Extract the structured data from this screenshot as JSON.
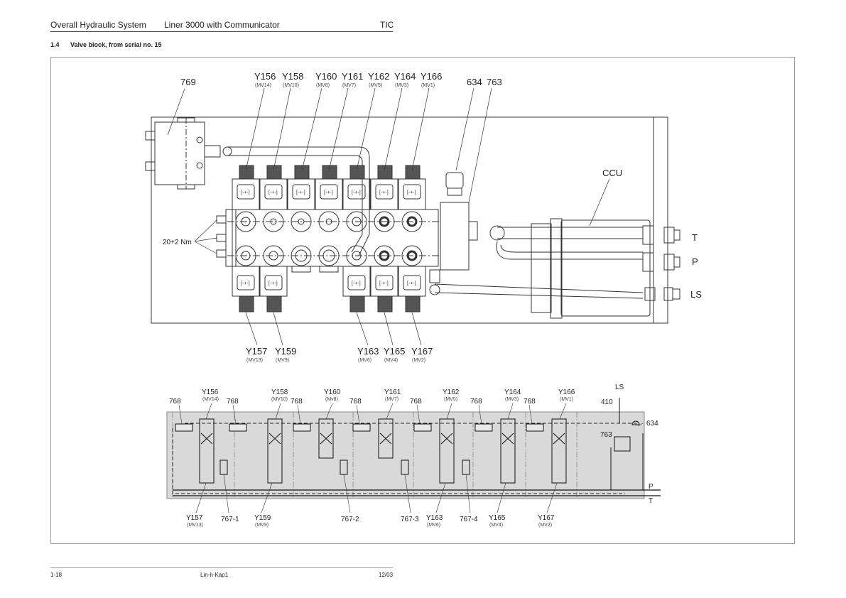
{
  "header": {
    "chapter": "Overall Hydraulic System",
    "product": "Liner 3000 with Communicator",
    "brand": "TIC"
  },
  "section": {
    "number": "1.4",
    "title": "Valve block, from serial no. 15"
  },
  "drawing": {
    "top_view": {
      "labels": {
        "block": "769",
        "torque": "20+2 Nm",
        "part_634": "634",
        "part_763": "763",
        "ccu": "CCU",
        "port_t": "T",
        "port_p": "P",
        "port_ls": "LS"
      },
      "top_valves": [
        {
          "id": "Y156",
          "mv": "(MV14)"
        },
        {
          "id": "Y158",
          "mv": "(MV10)"
        },
        {
          "id": "Y160",
          "mv": "(MV8)"
        },
        {
          "id": "Y161",
          "mv": "(MV7)"
        },
        {
          "id": "Y162",
          "mv": "(MV5)"
        },
        {
          "id": "Y164",
          "mv": "(MV3)"
        },
        {
          "id": "Y166",
          "mv": "(MV1)"
        }
      ],
      "bottom_valves": [
        {
          "id": "Y157",
          "mv": "(MV13)"
        },
        {
          "id": "Y159",
          "mv": "(MV9)"
        },
        {
          "id": "Y163",
          "mv": "(MV6)"
        },
        {
          "id": "Y165",
          "mv": "(MV4)"
        },
        {
          "id": "Y167",
          "mv": "(MV2)"
        }
      ]
    },
    "schematic": {
      "top_valves": [
        {
          "id": "Y156",
          "mv": "(MV14)"
        },
        {
          "id": "Y158",
          "mv": "(MV10)"
        },
        {
          "id": "Y160",
          "mv": "(Mv8)"
        },
        {
          "id": "Y161",
          "mv": "(MV7)"
        },
        {
          "id": "Y162",
          "mv": "(MV5)"
        },
        {
          "id": "Y164",
          "mv": "(MV3)"
        },
        {
          "id": "Y166",
          "mv": "(MV1)"
        }
      ],
      "shuttle_label": "768",
      "bottom_labels": [
        {
          "id": "Y157",
          "mv": "(MV13)"
        },
        {
          "id": "767-1",
          "mv": ""
        },
        {
          "id": "Y159",
          "mv": "(MV9)"
        },
        {
          "id": "767-2",
          "mv": ""
        },
        {
          "id": "767-3",
          "mv": ""
        },
        {
          "id": "Y163",
          "mv": "(MV6)"
        },
        {
          "id": "767-4",
          "mv": ""
        },
        {
          "id": "Y165",
          "mv": "(MV4)"
        },
        {
          "id": "Y167",
          "mv": "(MV2)"
        }
      ],
      "ls_label": "LS",
      "orifice_label": "410",
      "part_634": "634",
      "part_763": "763",
      "line_p": "P",
      "line_t": "T"
    }
  },
  "footer": {
    "page": "1-18",
    "doc_code": "Lin-h-Kap1",
    "date": "12/03"
  }
}
